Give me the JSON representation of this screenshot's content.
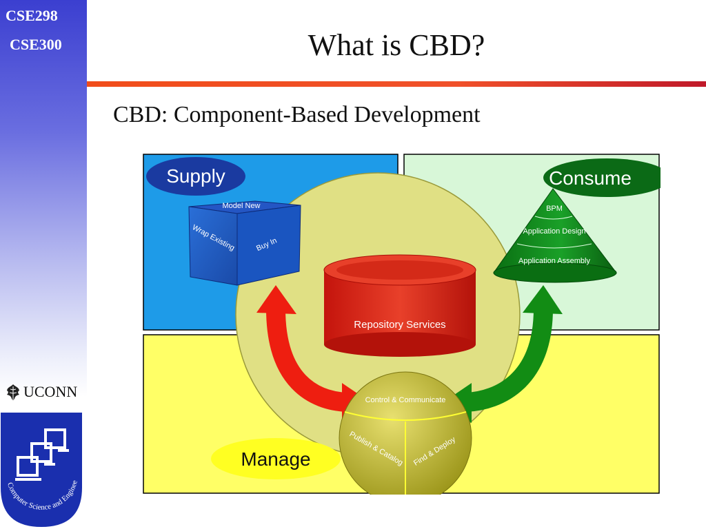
{
  "header": {
    "course_1": "CSE298",
    "course_2": "CSE300",
    "title": "What is CBD?",
    "subtitle": "CBD: Component-Based Development"
  },
  "logo": {
    "uconn_label": "UCONN",
    "seal_text": "Computer Science and Engineering"
  },
  "diagram": {
    "supply_label": "Supply",
    "consume_label": "Consume",
    "manage_label": "Manage",
    "cube_top": "Model New",
    "cube_left": "Wrap Existing",
    "cube_right": "Buy In",
    "cone_levels": [
      "BPM",
      "Application Design",
      "Application Assembly"
    ],
    "repository": "Repository Services",
    "sphere_top": "Control & Communicate",
    "sphere_left": "Publish & Catalog",
    "sphere_right": "Find & Deploy"
  },
  "colors": {
    "supply_bg": "#1e9be8",
    "consume_bg": "#d8f7d8",
    "manage_bg": "#ffff66",
    "accent_red": "#e23a1a"
  }
}
